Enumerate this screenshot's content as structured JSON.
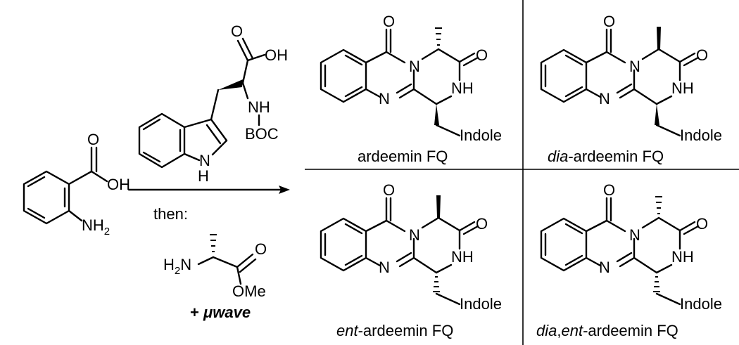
{
  "reagents": {
    "anthranilic_acid": {
      "oh": "OH",
      "o": "O",
      "nh2": "NH",
      "nh2_sub": "2"
    },
    "boc_trp": {
      "o": "O",
      "oh": "OH",
      "nh": "NH",
      "boc": "BOC",
      "indole_nh": "N",
      "indole_h": "H"
    },
    "then_label": "then:",
    "alanine_ester": {
      "h2n": "H",
      "h2n_sub": "2",
      "h2n_n": "N",
      "o": "O",
      "ome": "OMe"
    },
    "microwave_plus": "+ ",
    "microwave_mu": "μ",
    "microwave_wave": "wave"
  },
  "products": [
    {
      "caption": "ardeemin FQ",
      "caption_prefix": "",
      "caption_sep": ""
    },
    {
      "caption": "-ardeemin FQ",
      "caption_prefix": "dia",
      "caption_sep": ""
    },
    {
      "caption": "-ardeemin FQ",
      "caption_prefix": "ent",
      "caption_sep": ""
    },
    {
      "caption": "-ardeemin FQ",
      "caption_prefix": "dia",
      "caption_sep": ",",
      "caption_prefix2": "ent"
    }
  ],
  "product_atoms": {
    "o": "O",
    "n": "N",
    "nh": "NH",
    "indole": "Indole"
  }
}
